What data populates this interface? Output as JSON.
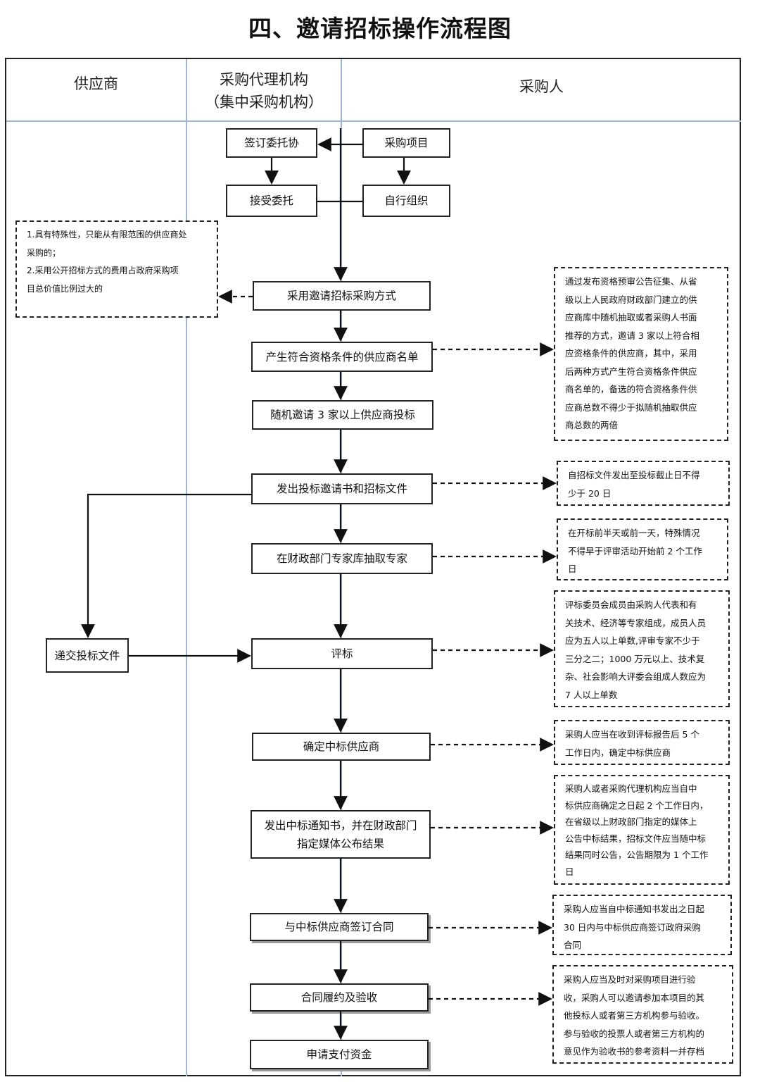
{
  "title": "四、邀请招标操作流程图",
  "lanes": {
    "supplier": "供应商",
    "agency_line1": "采购代理机构",
    "agency_line2": "（集中采购机构）",
    "purchaser": "采购人"
  },
  "steps": {
    "sign_entrust": "签订委托协",
    "purchase_project": "采购项目",
    "accept_entrust": "接受委托",
    "self_organize": "自行组织",
    "adopt_method": "采用邀请招标采购方式",
    "produce_list": "产生符合资格条件的供应商名单",
    "random_invite": "随机邀请 3 家以上供应商投标",
    "issue_invitation": "发出投标邀请书和招标文件",
    "extract_experts": "在财政部门专家库抽取专家",
    "submit_bid": "递交投标文件",
    "evaluate": "评标",
    "determine_winner": "确定中标供应商",
    "notice_line1": "发出中标通知书，并在财政部门",
    "notice_line2": "指定媒体公布结果",
    "sign_contract": "与中标供应商签订合同",
    "perform_accept": "合同履约及验收",
    "apply_payment": "申请支付资金"
  },
  "notes": {
    "conditions": [
      "1.具有特殊性，只能从有限范围的供应商处",
      "采购的；",
      "2.采用公开招标方式的费用占政府采购项",
      "目总价值比例过大的"
    ],
    "list_method": [
      "通过发布资格预审公告征集、从省",
      "级以上人民政府财政部门建立的供",
      "应商库中随机抽取或者采购人书面",
      "推荐的方式，邀请 3 家以上符合相",
      "应资格条件的供应商，其中，采用",
      "后两种方式产生符合资格条件供应",
      "商名单的，备选的符合资格条件供",
      "应商总数不得少于拟随机抽取供应",
      "商总数的两倍"
    ],
    "deadline": [
      "自招标文件发出至投标截止日不得",
      "少于 20 日"
    ],
    "expert_timing": [
      "在开标前半天或前一天，特殊情况",
      "不得早于评审活动开始前 2 个工作",
      "日"
    ],
    "committee": [
      "评标委员会成员由采购人代表和有",
      "关技术、经济等专家组成，成员人员",
      "应为五人以上单数,评审专家不少于",
      "三分之二；1000 万元以上、技术复",
      "杂、社会影响大评委会组成人数应为",
      "7 人以上单数"
    ],
    "winner_timing": [
      "采购人应当在收到评标报告后 5 个",
      "工作日内，确定中标供应商"
    ],
    "announce": [
      "采购人或者采购代理机构应当自中",
      "标供应商确定之日起 2 个工作日内，",
      "在省级以上财政部门指定的媒体上",
      "公告中标结果，招标文件应当随中标",
      "结果同时公告，公告期限为 1 个工作",
      "日"
    ],
    "contract_timing": [
      "采购人应当自中标通知书发出之日起",
      "30 日内与中标供应商签订政府采购",
      "合同"
    ],
    "acceptance": [
      "采购人应当及时对采购项目进行验",
      "收，采购人可以邀请参加本项目的其",
      "他投标人或者第三方机构参与验收。",
      "参与验收的投票人或者第三方机构的",
      "意见作为验收书的参考资料一并存档"
    ]
  }
}
